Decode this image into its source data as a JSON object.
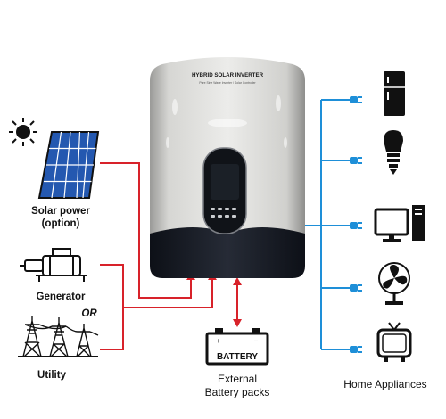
{
  "inverter": {
    "title": "HYBRID SOLAR INVERTER",
    "subtitle": "Pure Sine Wave Inverter / Solar Controller",
    "body_color": "#d9d9d6",
    "base_color": "#1a1f2b"
  },
  "sources": {
    "solar_line1": "Solar power",
    "solar_line2": "(option)",
    "generator": "Generator",
    "or_label": "OR",
    "utility": "Utility"
  },
  "battery": {
    "icon_text": "BATTERY",
    "label_line1": "External",
    "label_line2": "Battery packs"
  },
  "loads": {
    "label": "Home Appliances",
    "items": [
      "fridge",
      "bulb",
      "computer",
      "fan",
      "tv"
    ]
  },
  "colors": {
    "input_line": "#d8222a",
    "output_line": "#1e8fd8",
    "panel_blue": "#2458b0"
  }
}
